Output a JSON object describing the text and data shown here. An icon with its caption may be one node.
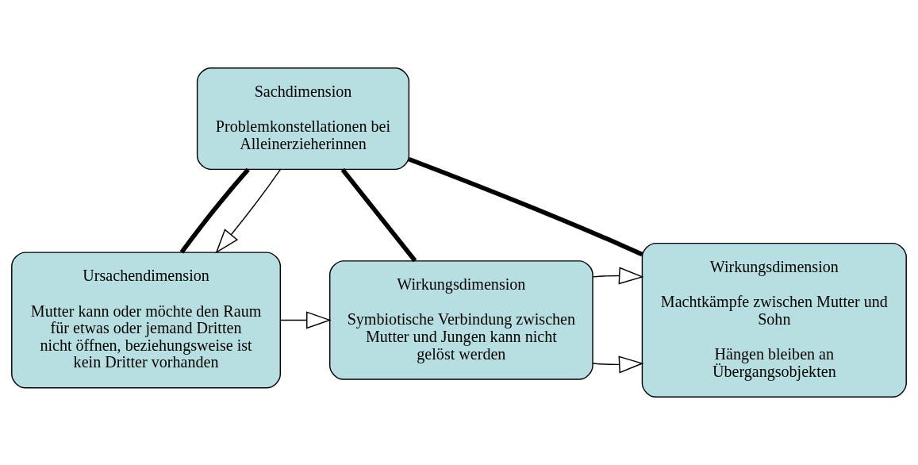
{
  "diagram": {
    "nodes": [
      {
        "text": [
          "Sachdimension",
          "Problemkonstellationen bei Alleinerzieherinnen"
        ]
      },
      {
        "text": [
          "Ursachendimension",
          "Mutter kann oder möchte den Raum für etwas oder jemand Dritten nicht öffnen, beziehungsweise ist kein Dritter vorhanden"
        ]
      },
      {
        "text": [
          "Wirkungsdimension",
          "Symbiotische Verbindung zwischen Mutter und Jungen kann nicht gelöst werden"
        ]
      },
      {
        "text": [
          "Wirkungsdimension",
          "Machtkämpfe zwischen Mutter und Sohn",
          "Hängen bleiben an Übergangsobjekten"
        ]
      }
    ],
    "edges": [
      {
        "from": 0,
        "to": 1,
        "arrow": "none",
        "style": "thick"
      },
      {
        "from": 0,
        "to": 2,
        "arrow": "none",
        "style": "thick"
      },
      {
        "from": 0,
        "to": 3,
        "arrow": "none",
        "style": "thick"
      },
      {
        "from": 0,
        "to": 1,
        "arrow": "to"
      },
      {
        "from": 1,
        "to": 2,
        "arrow": "to"
      },
      {
        "from": 2,
        "to": 3,
        "arrow": "to"
      },
      {
        "from": 2,
        "to": 3,
        "arrow": "to"
      }
    ]
  }
}
